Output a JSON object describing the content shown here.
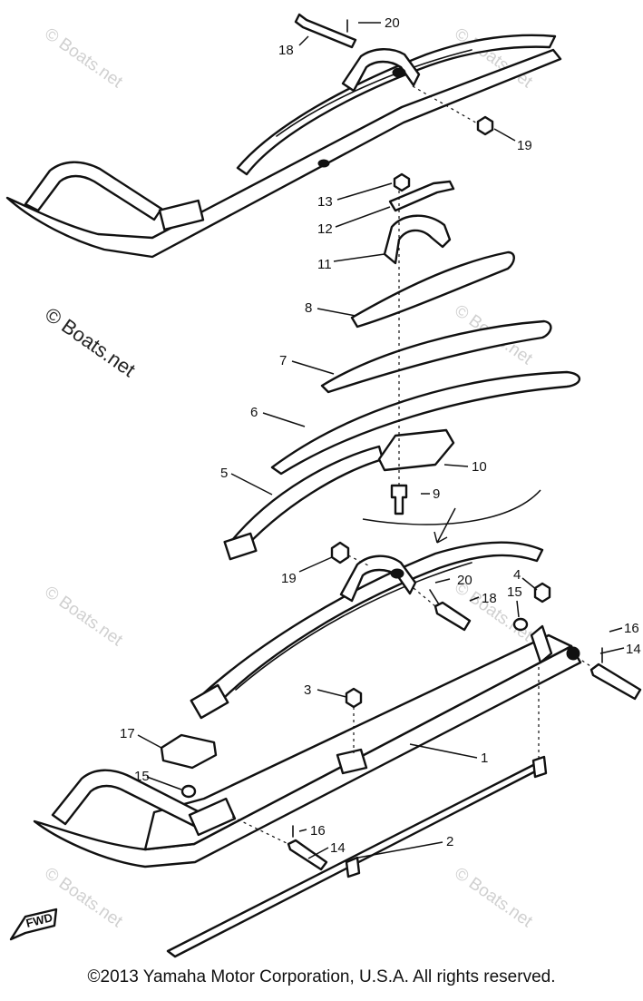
{
  "watermark": "© Boats.net",
  "fwd_label": "FWD",
  "copyright": "©2013 Yamaha Motor Corporation, U.S.A. All rights reserved.",
  "callouts": {
    "c1": "1",
    "c2": "2",
    "c3": "3",
    "c4": "4",
    "c5": "5",
    "c6": "6",
    "c7": "7",
    "c8": "8",
    "c9": "9",
    "c10": "10",
    "c11": "11",
    "c12": "12",
    "c13": "13",
    "c14a": "14",
    "c14b": "14",
    "c15a": "15",
    "c15b": "15",
    "c16a": "16",
    "c16b": "16",
    "c17": "17",
    "c18a": "18",
    "c18b": "18",
    "c19a": "19",
    "c19b": "19",
    "c20a": "20",
    "c20b": "20"
  }
}
